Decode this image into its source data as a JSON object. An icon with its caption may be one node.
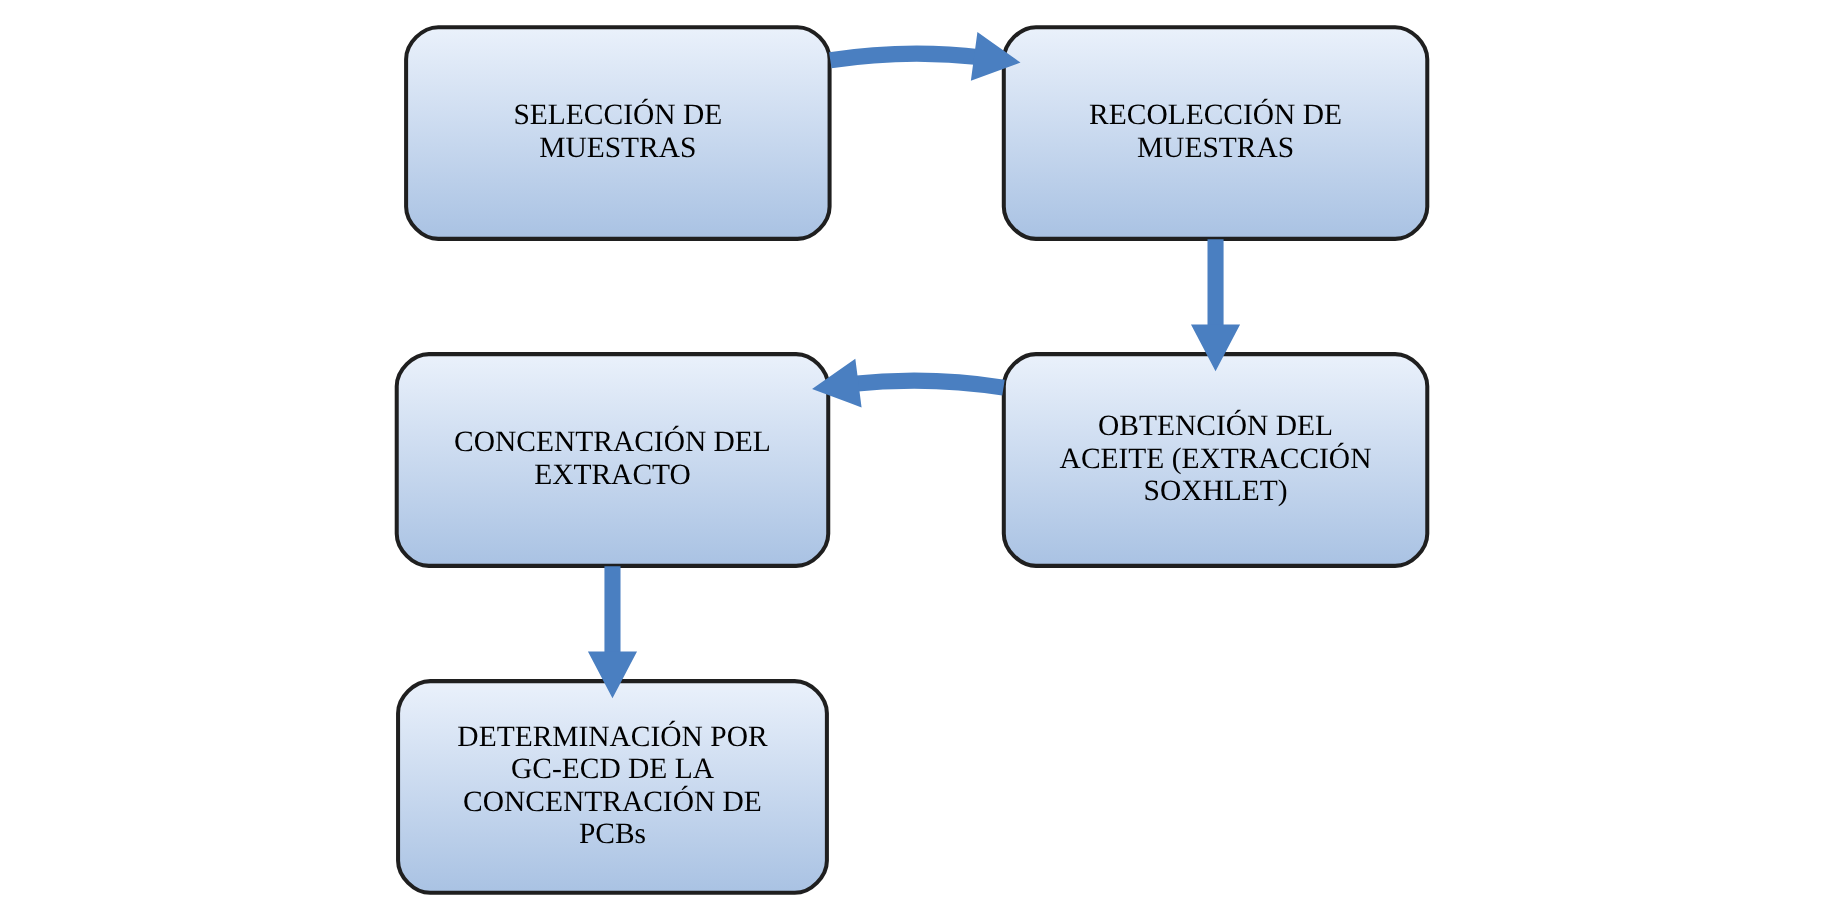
{
  "diagram": {
    "nodes": [
      {
        "text": [
          "SELECCIÓN DE MUESTRAS"
        ]
      },
      {
        "text": [
          "RECOLECCIÓN DE MUESTRAS"
        ]
      },
      {
        "text": [
          "OBTENCIÓN DEL ACEITE (EXTRACCIÓN SOXHLET)"
        ]
      },
      {
        "text": [
          "CONCENTRACIÓN DEL EXTRACTO"
        ]
      },
      {
        "text": [
          "DETERMINACIÓN POR GC-ECD DE LA CONCENTRACIÓN DE PCBs"
        ]
      }
    ],
    "edges": [
      {
        "from": 0,
        "to": 1,
        "arrow": "to"
      },
      {
        "from": 1,
        "to": 2,
        "arrow": "to"
      },
      {
        "from": 2,
        "to": 3,
        "arrow": "to"
      },
      {
        "from": 3,
        "to": 4,
        "arrow": "to"
      }
    ]
  }
}
